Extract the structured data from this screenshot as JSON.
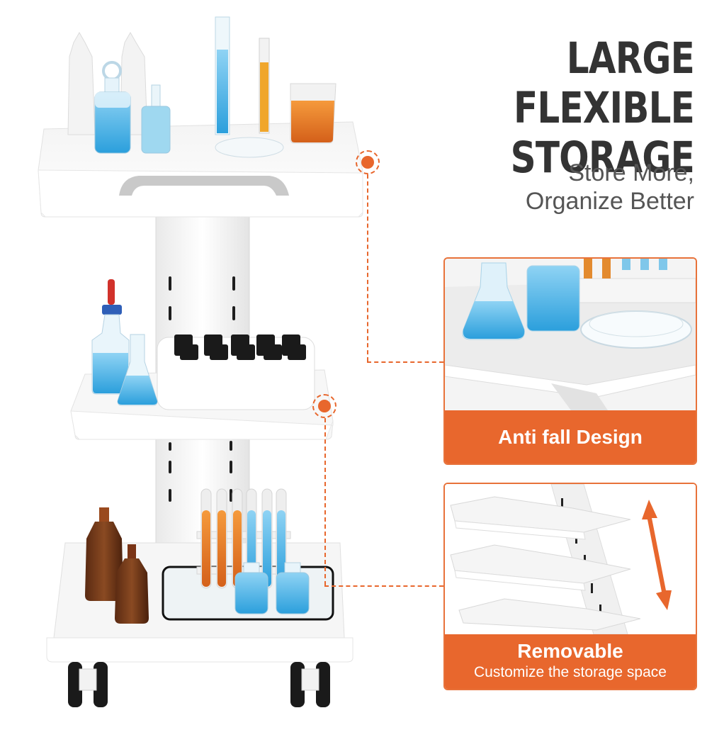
{
  "headline": {
    "line1": "LARGE FLEXIBLE",
    "line2": "STORAGE"
  },
  "subheadline": {
    "line1": "Store More,",
    "line2": "Organize Better"
  },
  "features": [
    {
      "title": "Anti fall Design",
      "subtitle": ""
    },
    {
      "title": "Removable",
      "subtitle": "Customize the storage space"
    }
  ],
  "colors": {
    "accent": "#e8672d",
    "headline": "#333333",
    "subtext": "#555555",
    "cart": "#ffffff"
  }
}
